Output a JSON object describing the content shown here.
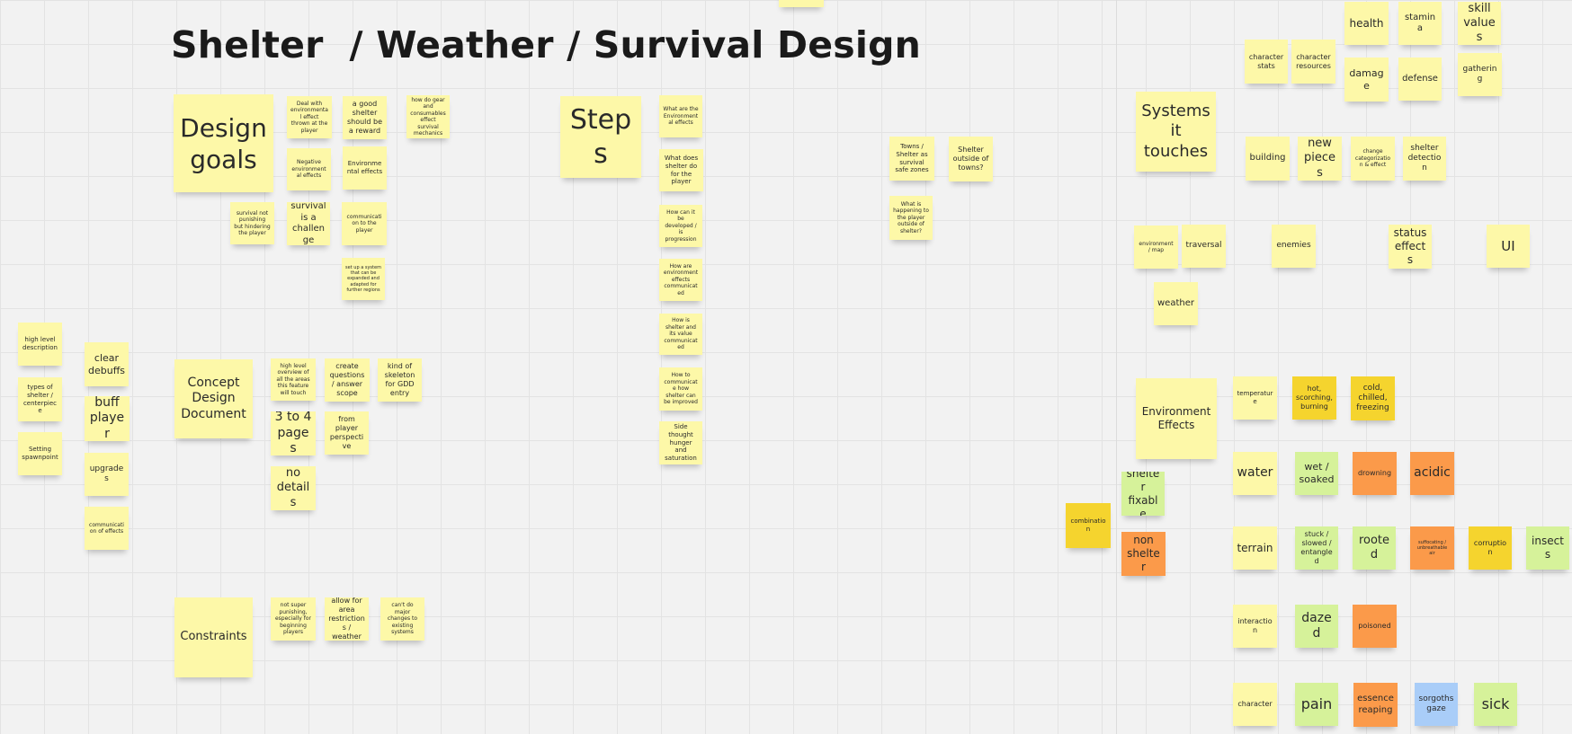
{
  "board": {
    "title": "Shelter  / Weather / Survival Design",
    "colors": {
      "yellow": "#fdf8a8",
      "gold": "#f5d42e",
      "green": "#d6f29a",
      "orange": "#fb9a4a",
      "blue": "#a9cdf8",
      "background": "#f2f2f2"
    }
  },
  "notes": {
    "design_goals": "Design goals",
    "dg_1": "Deal with environmental effect thrown at the player",
    "dg_2": "a good shelter should be a reward",
    "dg_3": "how do gear and consumables effect survival mechanics",
    "dg_4": "Negative environmental effects",
    "dg_5": "Environmental effects",
    "dg_6": "survival not punishing but hindering the player",
    "dg_7": "survival is a challenge",
    "dg_8": "communication to the player",
    "dg_9": "set up a system that can be expanded and adapted for further regions",
    "steps": "Steps",
    "st_1": "What are the Environmental effects",
    "st_2": "What does shelter do for the player",
    "st_3": "How can it be developed / is progression",
    "st_4": "How are environment effects communicated",
    "st_5": "How is shelter and its value communicated",
    "st_6": "How to communicate how shelter can be improved",
    "st_7": "Side thought hunger and saturation",
    "towns_safe": "Towns / Shelter as survival safe zones",
    "shelter_outside": "Shelter outside of towns?",
    "happening_outside": "What is happening to the player outside of shelter?",
    "left_1": "high level description",
    "left_2": "types of shelter / centerpiece",
    "left_3": "Setting spawnpoint",
    "clear_debuffs": "clear debuffs",
    "buff_player": "buff player",
    "upgrades": "upgrades",
    "combination_effects": "communication of effects",
    "cdd": "Concept Design Document",
    "cdd_1": "high level overview of all the areas this feature will touch",
    "cdd_2": "create questions / answer scope",
    "cdd_3": "kind of skeleton for GDD entry",
    "cdd_4": "3 to 4 pages",
    "cdd_5": "from player perspective",
    "cdd_6": "no details",
    "constraints": "Constraints",
    "con_1": "not super punishing, especially for beginning players",
    "con_2": "allow for area restrictions / weather",
    "con_3": "can't do major changes to existing systems",
    "systems": "Systems it touches",
    "char_stats": "character stats",
    "char_resources": "character resources",
    "health": "health",
    "stamina": "stamina",
    "skill_values": "skill values",
    "damage": "damage",
    "defense": "defense",
    "gathering": "gathering",
    "building": "building",
    "new_pieces": "new pieces",
    "change_cat": "change categorization & effect",
    "shelter_detection": "shelter detection",
    "env_map": "environment / map",
    "traversal": "traversal",
    "enemies": "enemies",
    "status_effects": "status effects",
    "ui": "UI",
    "weather": "weather",
    "env_effects": "Environment Effects",
    "temperature": "temperature",
    "hot": "hot, scorching, burning",
    "cold": "cold, chilled, freezing",
    "water": "water",
    "wet": "wet / soaked",
    "drowning": "drowning",
    "acidic": "acidic",
    "terrain": "terrain",
    "stuck": "stuck / slowed / entangled",
    "rooted": "rooted",
    "suffocating": "suffocating / unbreathable air",
    "corruption": "corruption",
    "insects": "insects",
    "interaction": "interaction",
    "dazed": "dazed",
    "poisoned": "poisoned",
    "character": "character",
    "pain": "pain",
    "essence": "essence reaping",
    "sorgoths": "sorgoths gaze",
    "sick": "sick",
    "combination": "combination",
    "shelter_fixable": "shelter fixable",
    "non_shelter": "non shelter"
  }
}
